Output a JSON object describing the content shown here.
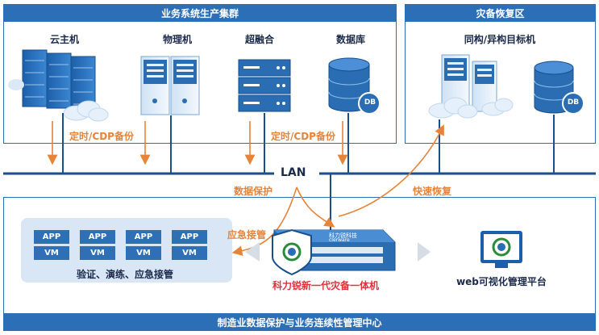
{
  "top_left_title": "业务系统生产集群",
  "top_right_title": "灾备恢复区",
  "bottom_title": "制造业数据保护与业务连续性管理中心",
  "devices": {
    "cloud_host": "云主机",
    "physical": "物理机",
    "hci": "超融合",
    "database": "数据库",
    "target": "同构/异构目标机"
  },
  "db_badge": "DB",
  "backup_label_1": "定时/CDP备份",
  "backup_label_2": "定时/CDP备份",
  "lan": "LAN",
  "data_protection": "数据保护",
  "quick_recovery": "快速恢复",
  "emergency_takeover": "应急接管",
  "vm_app": "APP",
  "vm_vm": "VM",
  "validate_caption": "验证、演练、应急接管",
  "appliance_caption": "科力锐新一代灾备一体机",
  "appliance_brand": "科力锐科技",
  "appliance_brand_en": "clerware",
  "web_platform": "web可视化管理平台",
  "colors": {
    "primary": "#2c6fb6",
    "accent": "#e8843a",
    "caption_red": "#e2313a",
    "panel": "#d9e6f5"
  }
}
